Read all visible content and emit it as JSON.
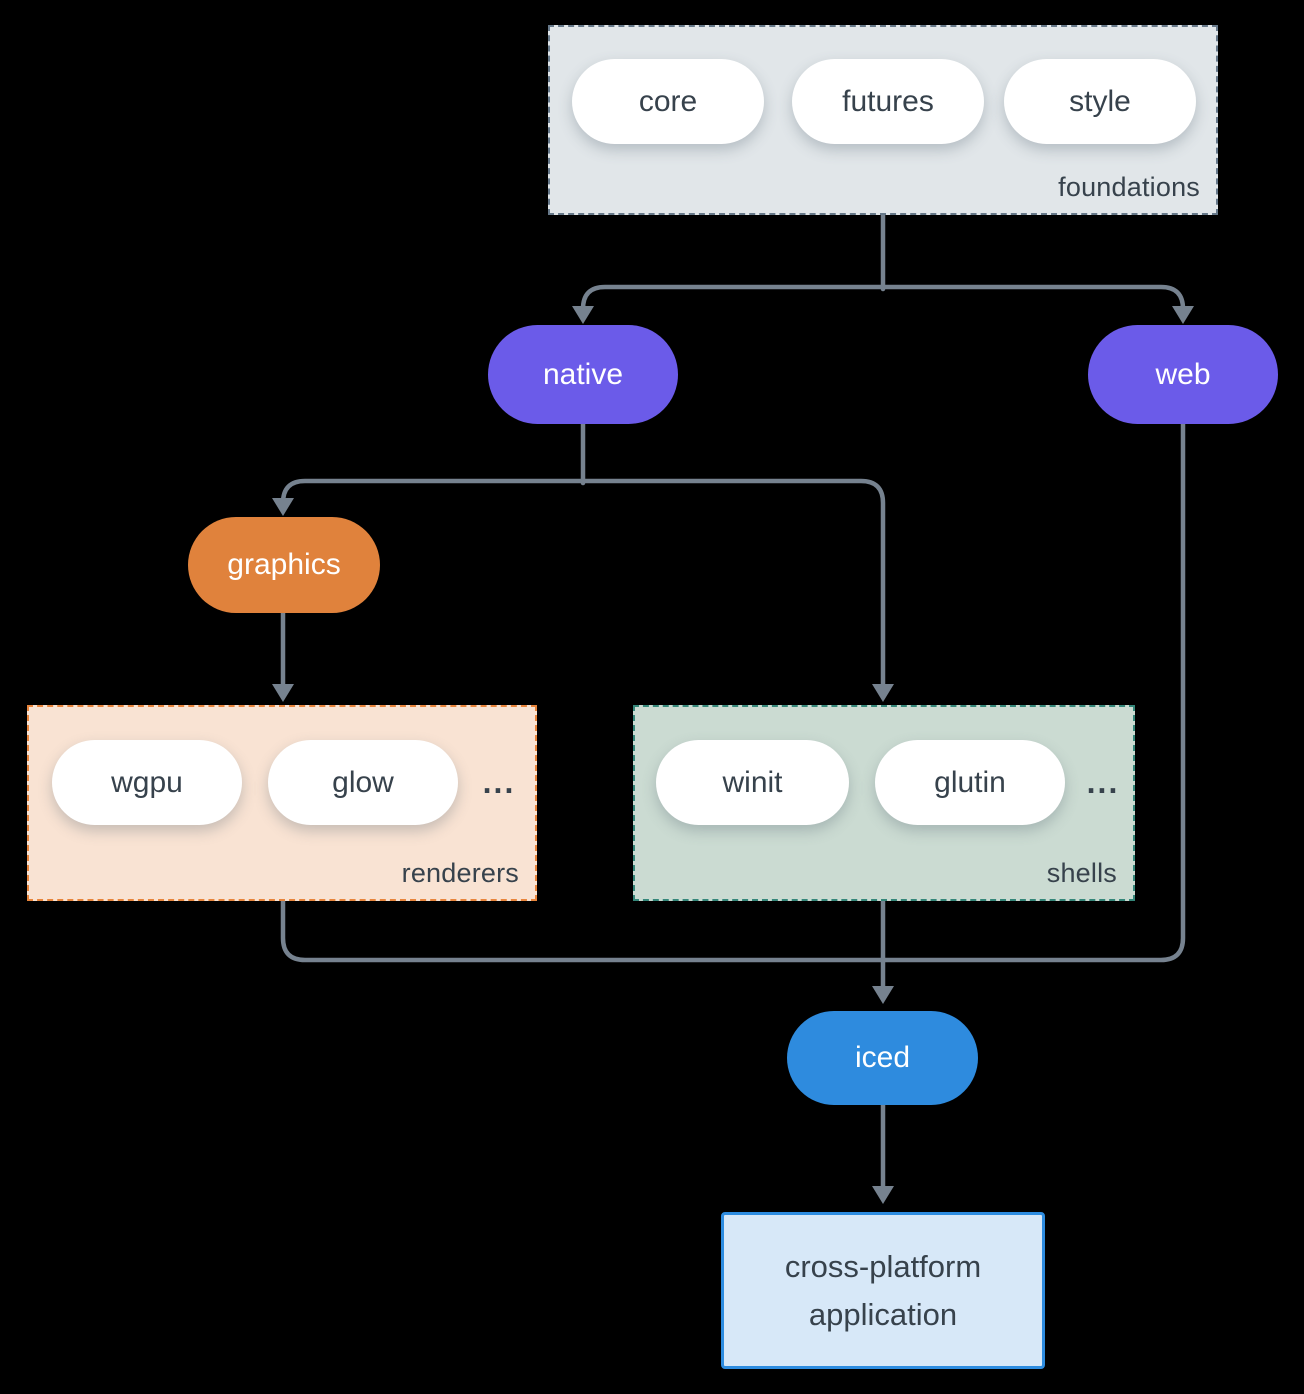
{
  "background_color": "#000000",
  "arrow_color": "#76828F",
  "text_color": "#37424C",
  "pill_text_color": "#FFFFFF",
  "nodes": {
    "foundations": {
      "label": "foundations",
      "pills": [
        "core",
        "futures",
        "style"
      ],
      "fill": "#E1E6E9",
      "border": "#67798A"
    },
    "native": {
      "label": "native",
      "fill": "#6B5BE9"
    },
    "web": {
      "label": "web",
      "fill": "#6B5BE9"
    },
    "graphics": {
      "label": "graphics",
      "fill": "#E0823C"
    },
    "renderers": {
      "label": "renderers",
      "pills": [
        "wgpu",
        "glow"
      ],
      "more": "...",
      "fill": "#F9E3D3",
      "border": "#E8853C"
    },
    "shells": {
      "label": "shells",
      "pills": [
        "winit",
        "glutin"
      ],
      "more": "...",
      "fill": "#CBDBD2",
      "border": "#35877A"
    },
    "iced": {
      "label": "iced",
      "fill": "#2E8BDE"
    },
    "application": {
      "label": "cross-platform application",
      "fill": "#D7E8F8",
      "border": "#2D8CE0"
    }
  }
}
